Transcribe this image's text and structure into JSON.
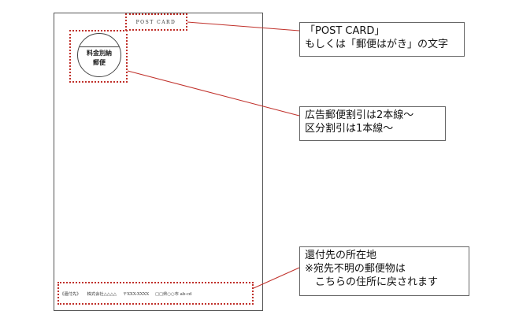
{
  "postcard": {
    "header_text": "POST CARD",
    "stamp_line1": "料金別納",
    "stamp_line2": "郵便",
    "return_address": {
      "label": "《還付先》",
      "company": "株式会社△△△△",
      "postal": "〒XXX-XXXX",
      "address": "□□県○○市 ab-cd"
    }
  },
  "callouts": {
    "post_card": [
      "「POST CARD」",
      "もしくは「郵便はがき」の文字"
    ],
    "stamp": [
      "広告郵便割引は2本線～",
      "区分割引は1本線～"
    ],
    "return": [
      "還付先の所在地",
      "※宛先不明の郵便物は",
      "　こちらの住所に戻されます"
    ]
  },
  "colors": {
    "highlight": "#c0302a",
    "card_border": "#555555",
    "callout_border": "#666666"
  }
}
